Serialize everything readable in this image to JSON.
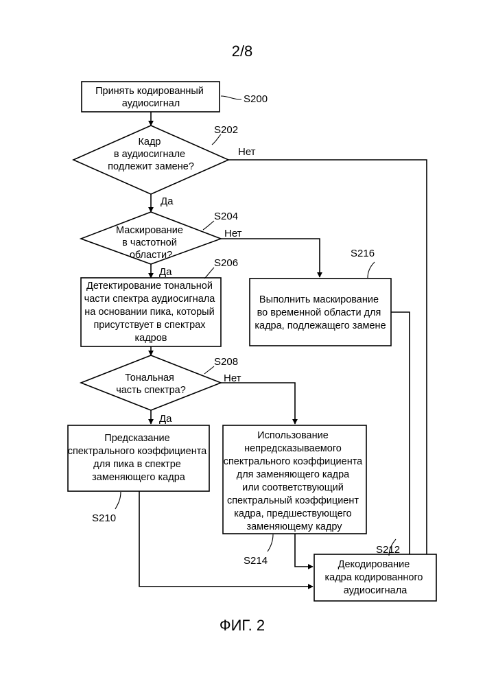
{
  "page_number": "2/8",
  "figure_caption": "ФИГ. 2",
  "steps": {
    "s200": {
      "id": "S200",
      "lines": [
        "Принять кодированный",
        "аудиосигнал"
      ]
    },
    "s202": {
      "id": "S202",
      "lines": [
        "Кадр",
        "в аудиосигнале",
        "подлежит замене?"
      ]
    },
    "s204": {
      "id": "S204",
      "lines": [
        "Маскирование",
        "в частотной",
        "области?"
      ]
    },
    "s206": {
      "id": "S206",
      "lines": [
        "Детектирование тональной",
        "части спектра аудиосигнала",
        "на основании пика, который",
        "присутствует в спектрах",
        "кадров"
      ]
    },
    "s208": {
      "id": "S208",
      "lines": [
        "Тональная",
        "часть спектра?"
      ]
    },
    "s210": {
      "id": "S210",
      "lines": [
        "Предсказание",
        "спектрального коэффициента",
        "для пика в спектре",
        "заменяющего кадра"
      ]
    },
    "s212": {
      "id": "S212",
      "lines": [
        "Декодирование",
        "кадра кодированного",
        "аудиосигнала"
      ]
    },
    "s214": {
      "id": "S214",
      "lines": [
        "Использование",
        "непредсказываемого",
        "спектрального коэффициента",
        "для заменяющего кадра",
        "или соответствующий",
        "спектральный коэффициент",
        "кадра, предшествующего",
        "заменяющему кадру"
      ]
    },
    "s216": {
      "id": "S216",
      "lines": [
        "Выполнить маскирование",
        "во временной области для",
        "кадра, подлежащего замене"
      ]
    }
  },
  "edge_labels": {
    "yes": "Да",
    "no": "Нет"
  }
}
